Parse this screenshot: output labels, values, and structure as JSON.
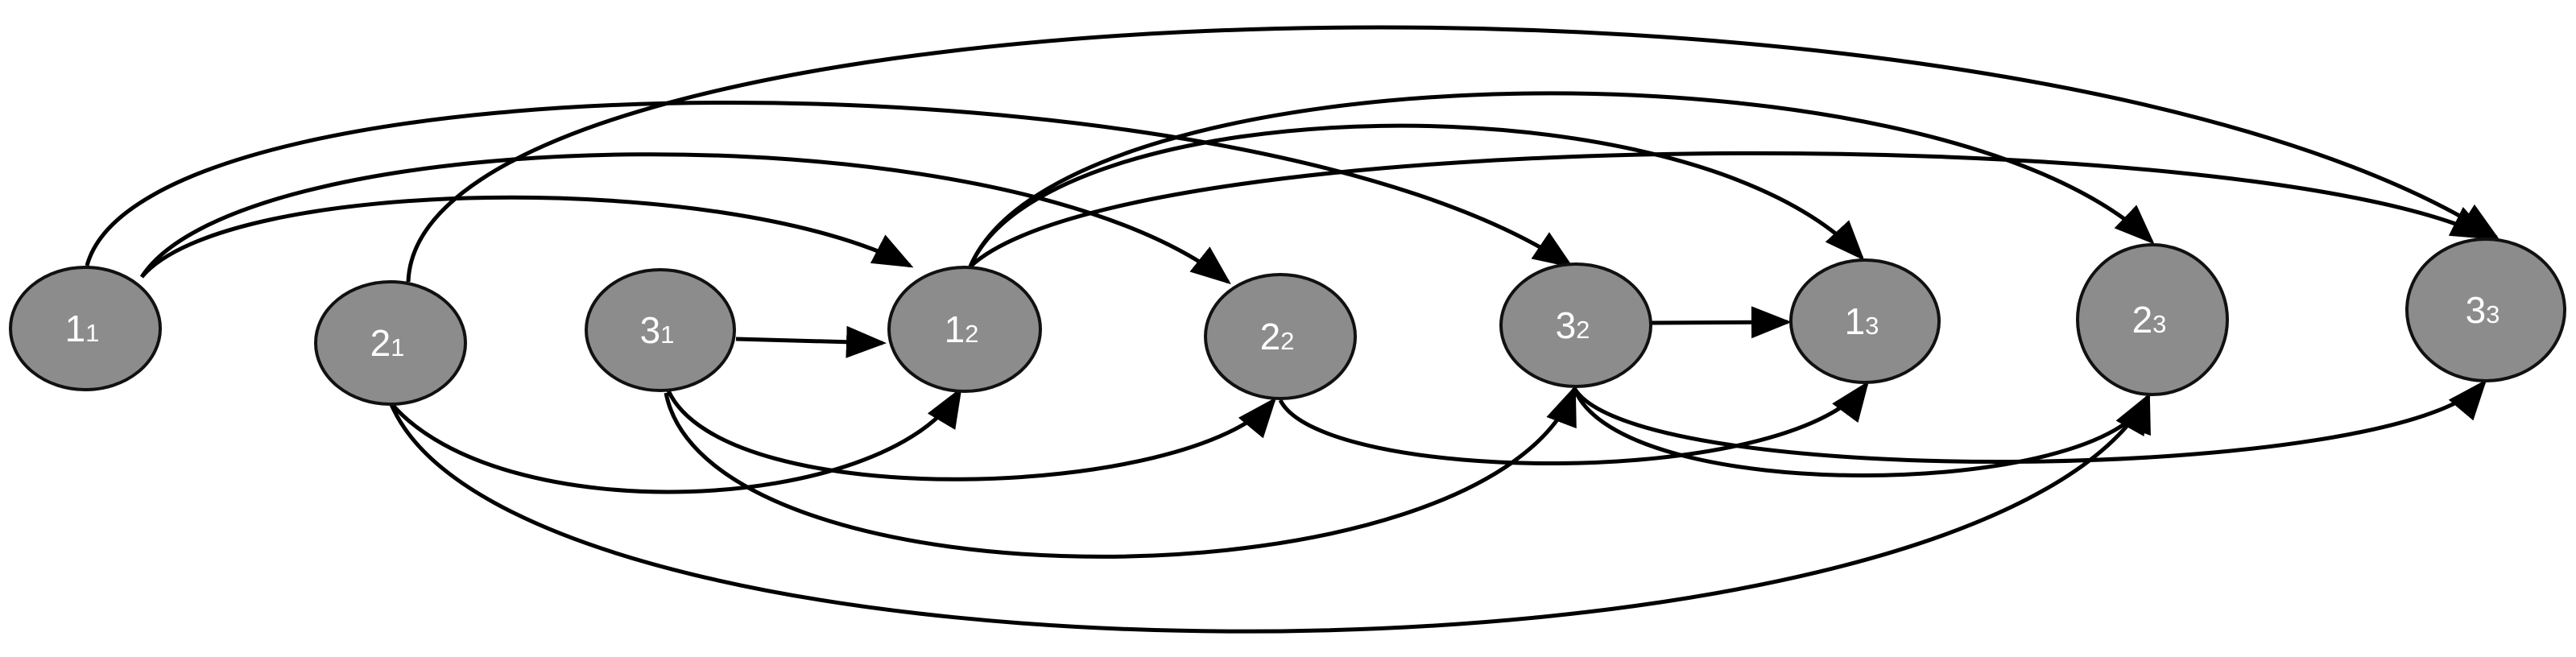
{
  "diagram": {
    "nodes": [
      {
        "id": "n11",
        "label": "1",
        "sub": "1"
      },
      {
        "id": "n21",
        "label": "2",
        "sub": "1"
      },
      {
        "id": "n31",
        "label": "3",
        "sub": "1"
      },
      {
        "id": "n12",
        "label": "1",
        "sub": "2"
      },
      {
        "id": "n22",
        "label": "2",
        "sub": "2"
      },
      {
        "id": "n32",
        "label": "3",
        "sub": "2"
      },
      {
        "id": "n13",
        "label": "1",
        "sub": "3"
      },
      {
        "id": "n23",
        "label": "2",
        "sub": "3"
      },
      {
        "id": "n33",
        "label": "3",
        "sub": "3"
      }
    ],
    "edges": [
      {
        "from": "n31",
        "to": "n12"
      },
      {
        "from": "n32",
        "to": "n13"
      },
      {
        "from": "n11",
        "to": "n12"
      },
      {
        "from": "n11",
        "to": "n22"
      },
      {
        "from": "n11",
        "to": "n32"
      },
      {
        "from": "n21",
        "to": "n33"
      },
      {
        "from": "n12",
        "to": "n13"
      },
      {
        "from": "n12",
        "to": "n23"
      },
      {
        "from": "n12",
        "to": "n33"
      },
      {
        "from": "n21",
        "to": "n12"
      },
      {
        "from": "n21",
        "to": "n23"
      },
      {
        "from": "n31",
        "to": "n22"
      },
      {
        "from": "n31",
        "to": "n32"
      },
      {
        "from": "n22",
        "to": "n13"
      },
      {
        "from": "n32",
        "to": "n23"
      },
      {
        "from": "n32",
        "to": "n33"
      }
    ],
    "colors": {
      "node_fill": "#8c8c8c",
      "node_stroke": "#111111",
      "edge": "#000000",
      "label": "#ffffff"
    }
  }
}
